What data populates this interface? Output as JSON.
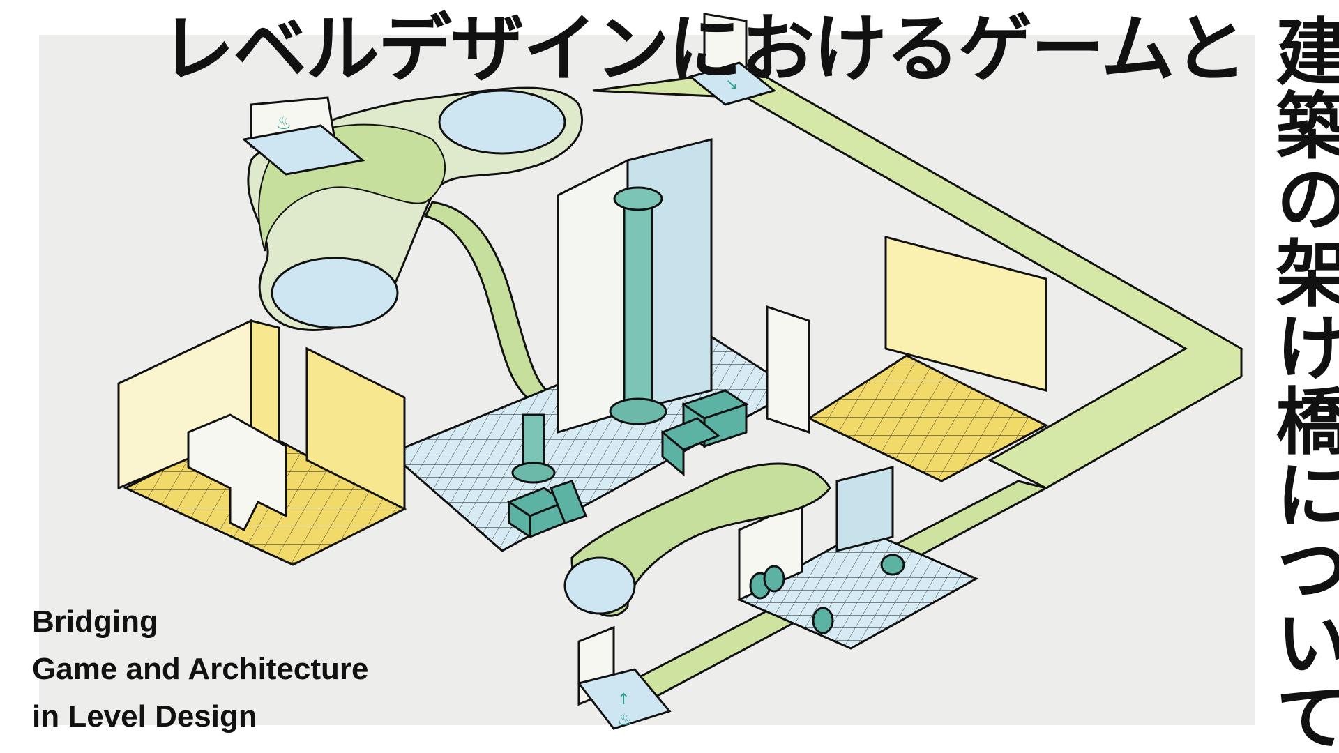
{
  "title": {
    "horizontal": "レベルデザインにおけるゲームと",
    "vertical": "建築の架け橋について"
  },
  "subtitle": {
    "line1": "Bridging",
    "line2": "Game and Architecture",
    "line3": "in Level Design"
  },
  "colors": {
    "panel_bg": "#ededeb",
    "green_path": "#c9e0a2",
    "water_blue": "#cfe7f0",
    "room_yellow": "#f7e78f",
    "teal_objects": "#5cb3a4",
    "ink": "#111111"
  },
  "illustration": {
    "subject": "isometric level design map",
    "icons": [
      "fire-icon",
      "arrow-icon"
    ]
  }
}
